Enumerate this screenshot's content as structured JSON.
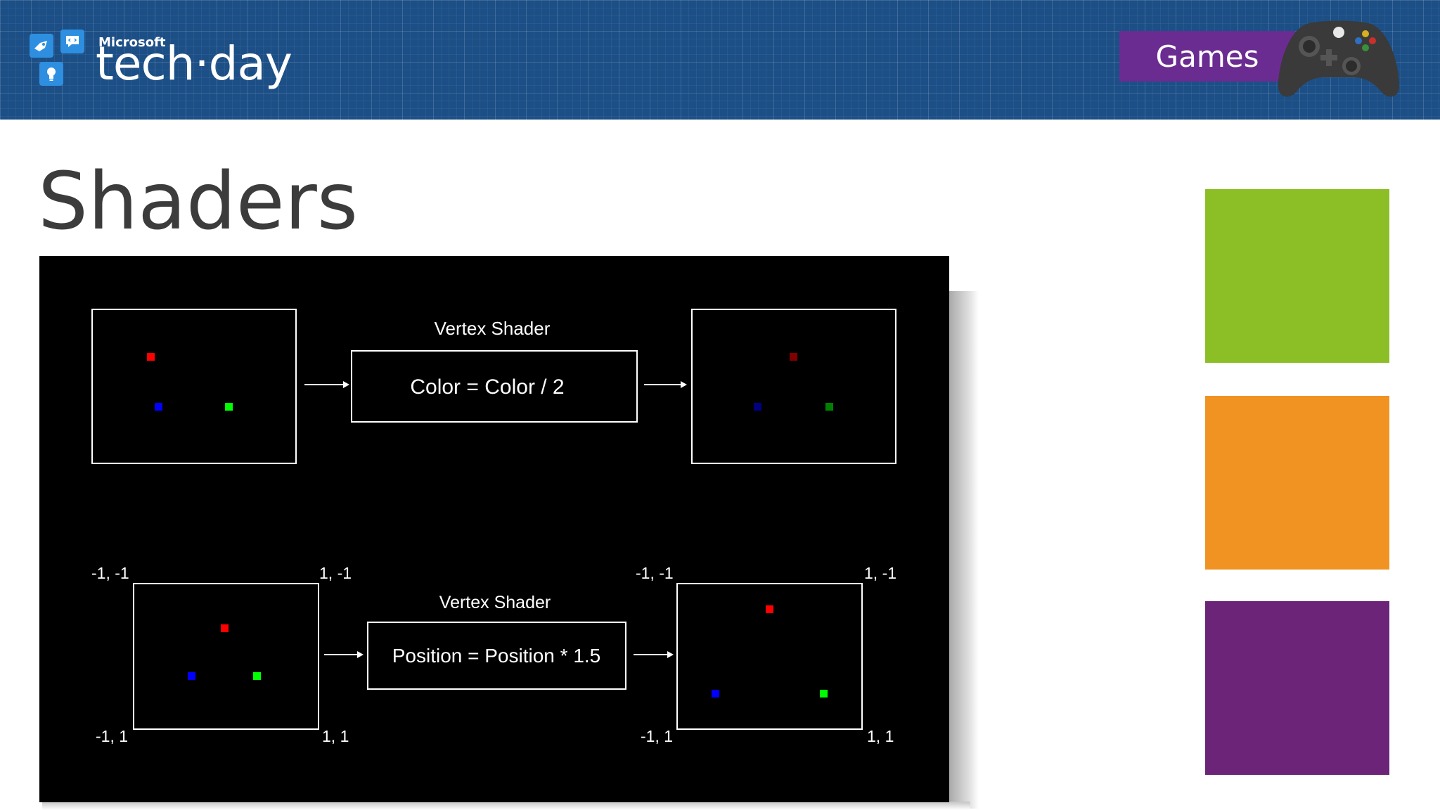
{
  "header": {
    "brand_small": "Microsoft",
    "brand_name": "tech·day",
    "badge_label": "Games",
    "background_color": "#1c4f86",
    "badge_color": "#6b2c91",
    "icons": [
      "rocket-icon",
      "code-bubble-icon",
      "lightbulb-icon",
      "game-controller-icon"
    ]
  },
  "slide": {
    "title": "Shaders"
  },
  "diagram": {
    "top": {
      "caption": "Vertex Shader",
      "formula": "Color = Color / 2",
      "input_points": [
        {
          "color": "#ff0000"
        },
        {
          "color": "#0000ff"
        },
        {
          "color": "#00ff00"
        }
      ],
      "output_points": [
        {
          "color": "#800000"
        },
        {
          "color": "#000080"
        },
        {
          "color": "#008000"
        }
      ]
    },
    "bottom": {
      "caption": "Vertex Shader",
      "formula": "Position = Position * 1.5",
      "scale_factor": 1.5,
      "input_corners": {
        "top_left": "-1, -1",
        "top_right": "1, -1",
        "bottom_left": "-1, 1",
        "bottom_right": "1, 1"
      },
      "output_corners": {
        "top_left": "-1, -1",
        "top_right": "1, -1",
        "bottom_left": "-1, 1",
        "bottom_right": "1, 1"
      },
      "input_points": [
        {
          "color": "#ff0000"
        },
        {
          "color": "#0000ff"
        },
        {
          "color": "#00ff00"
        }
      ],
      "output_points": [
        {
          "color": "#ff0000"
        },
        {
          "color": "#0000ff"
        },
        {
          "color": "#00ff00"
        }
      ]
    }
  },
  "side_tiles": [
    {
      "color": "#8cbf26"
    },
    {
      "color": "#f09322"
    },
    {
      "color": "#6b2478"
    }
  ]
}
